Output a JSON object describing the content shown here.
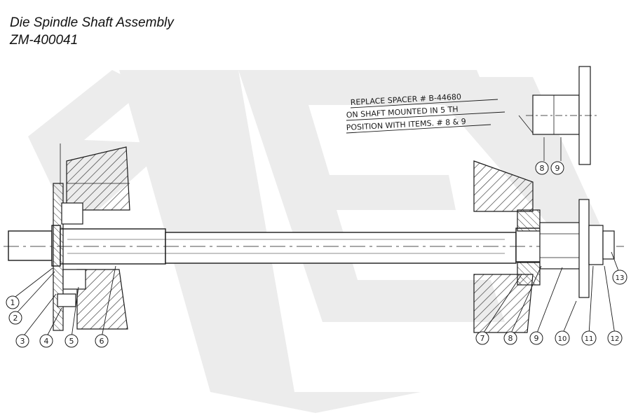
{
  "header": {
    "title": "Die Spindle Shaft Assembly",
    "part_number": "ZM-400041"
  },
  "note": {
    "line1": "REPLACE SPACER # B-44680",
    "line2": "ON SHAFT MOUNTED IN 5 TH",
    "line3": "POSITION WITH ITEMS. # 8 & 9"
  },
  "detail_callouts": [
    "8",
    "9"
  ],
  "callouts": [
    "1",
    "2",
    "3",
    "4",
    "5",
    "6",
    "7",
    "8",
    "9",
    "10",
    "11",
    "12",
    "13"
  ],
  "colors": {
    "ink": "#1a1a1a",
    "watermark": "#e9e9e9",
    "background": "#ffffff"
  }
}
